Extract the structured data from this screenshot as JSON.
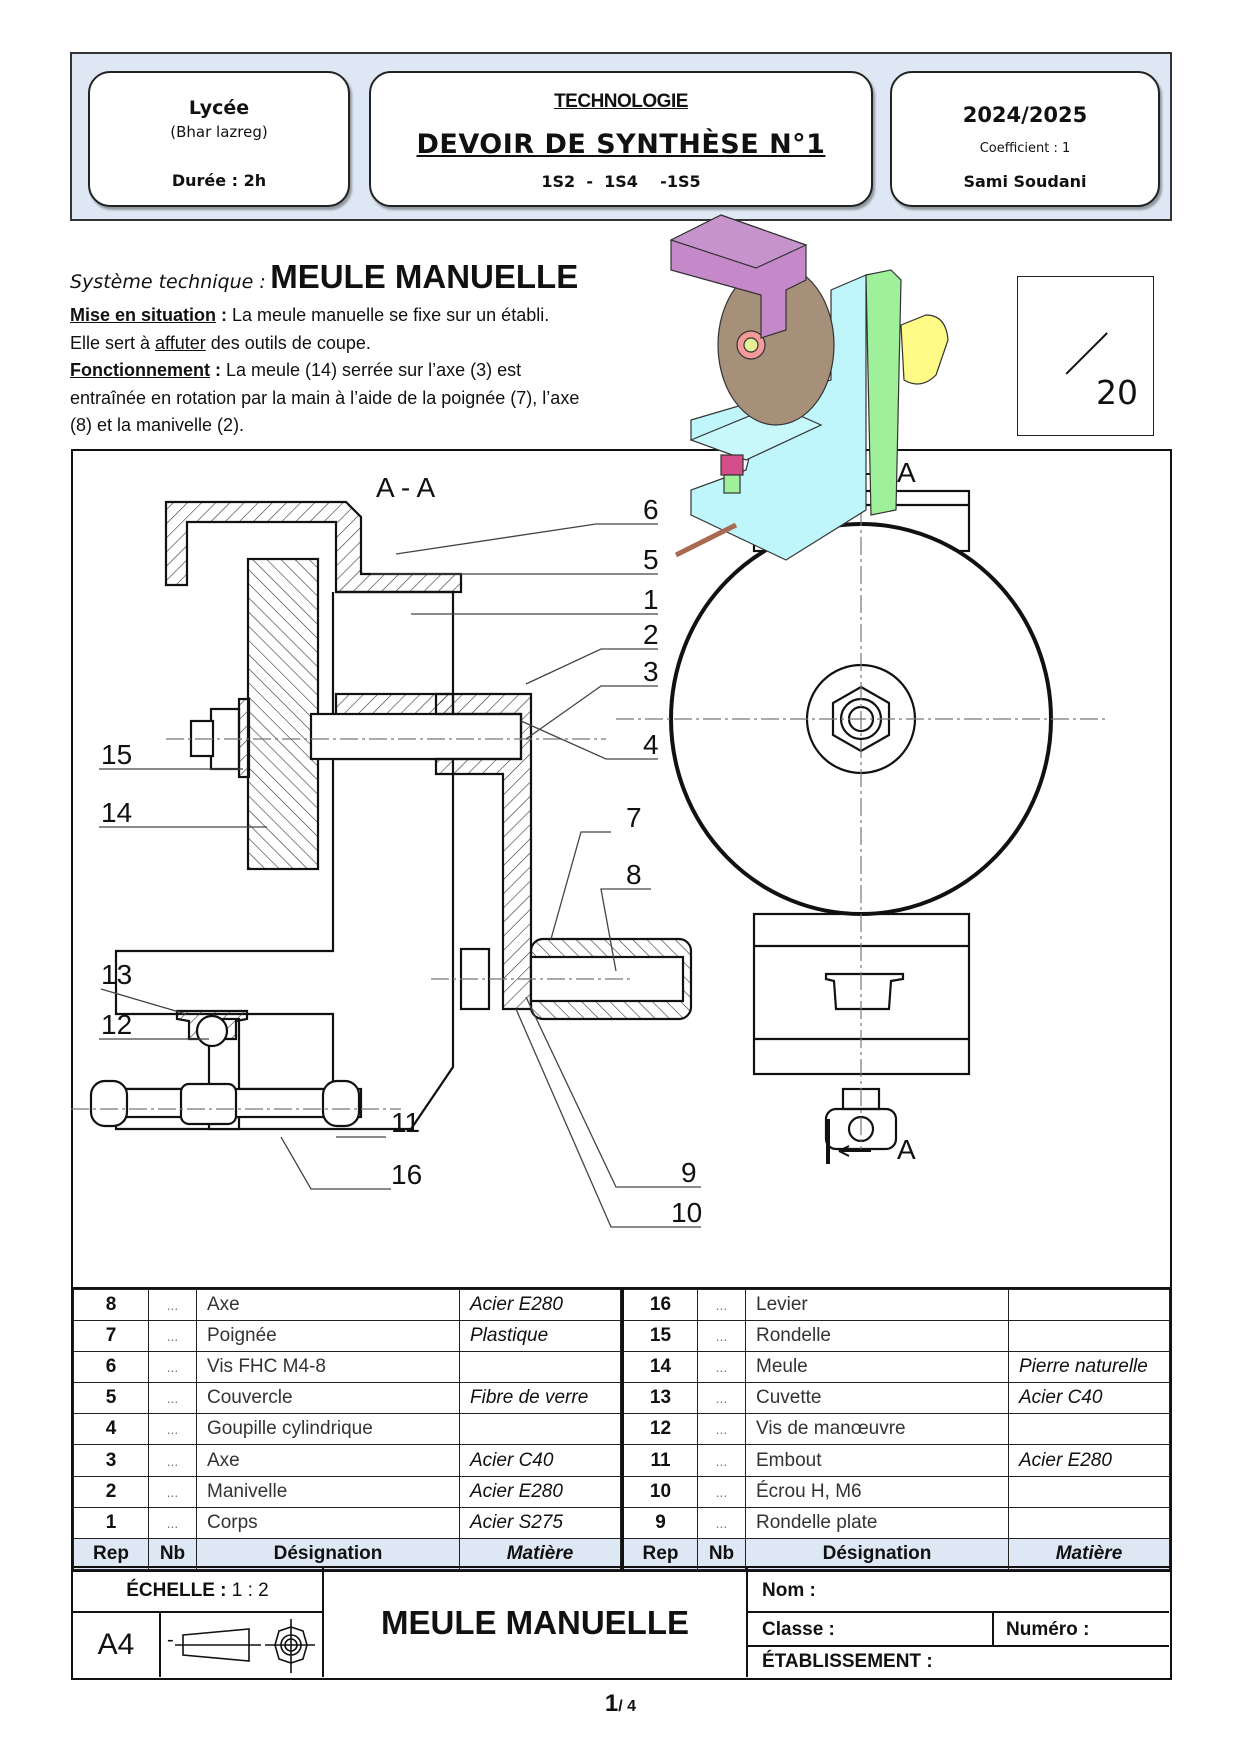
{
  "header": {
    "school_label": "Lycée",
    "school_name": "(Bhar lazreg)",
    "duration": "Durée : 2h",
    "subject": "TECHNOLOGIE",
    "exam_title": "DEVOIR DE SYNTHÈSE N°1",
    "classes": "1S2  -  1S4    -1S5",
    "school_year": "2024/2025",
    "coefficient": "Coefficient : 1",
    "teacher": "Sami Soudani"
  },
  "intro": {
    "system_label": "Système technique :",
    "system_name": "MEULE MANUELLE",
    "situation_heading": "Mise en situation",
    "situation_colon": " :",
    "situation_text_1": " La meule manuelle se fixe sur un établi.",
    "situation_text_2a": "Elle sert à ",
    "situation_text_2b": "affuter",
    "situation_text_2c": " des outils de coupe.",
    "operation_heading": "Fonctionnement",
    "operation_colon": " :",
    "operation_text": " La meule (14) serrée sur l’axe (3) est entraînée en rotation par la main à l’aide de la poignée (7), l’axe (8) et la manivelle (2)."
  },
  "score": {
    "total": "20"
  },
  "drawing": {
    "section_label": "A - A",
    "cut_plane_label": "A",
    "callouts": [
      "1",
      "2",
      "3",
      "4",
      "5",
      "6",
      "7",
      "8",
      "9",
      "10",
      "11",
      "12",
      "13",
      "14",
      "15",
      "16"
    ]
  },
  "nomenclature": {
    "headers": {
      "rep": "Rep",
      "nb": "Nb",
      "designation": "Désignation",
      "material": "Matière"
    },
    "left": [
      {
        "rep": "8",
        "nb": "...",
        "designation": "Axe",
        "material": "Acier E280"
      },
      {
        "rep": "7",
        "nb": "...",
        "designation": "Poignée",
        "material": "Plastique"
      },
      {
        "rep": "6",
        "nb": "...",
        "designation": "Vis FHC M4-8",
        "material": ""
      },
      {
        "rep": "5",
        "nb": "...",
        "designation": "Couvercle",
        "material": "Fibre de verre"
      },
      {
        "rep": "4",
        "nb": "...",
        "designation": "Goupille cylindrique",
        "material": ""
      },
      {
        "rep": "3",
        "nb": "...",
        "designation": "Axe",
        "material": "Acier C40"
      },
      {
        "rep": "2",
        "nb": "...",
        "designation": "Manivelle",
        "material": "Acier E280"
      },
      {
        "rep": "1",
        "nb": "...",
        "designation": "Corps",
        "material": "Acier S275"
      }
    ],
    "right": [
      {
        "rep": "16",
        "nb": "...",
        "designation": "Levier",
        "material": ""
      },
      {
        "rep": "15",
        "nb": "...",
        "designation": "Rondelle",
        "material": ""
      },
      {
        "rep": "14",
        "nb": "...",
        "designation": "Meule",
        "material": "Pierre naturelle"
      },
      {
        "rep": "13",
        "nb": "...",
        "designation": "Cuvette",
        "material": "Acier C40"
      },
      {
        "rep": "12",
        "nb": "...",
        "designation": "Vis de manœuvre",
        "material": ""
      },
      {
        "rep": "11",
        "nb": "...",
        "designation": "Embout",
        "material": "Acier E280"
      },
      {
        "rep": "10",
        "nb": "...",
        "designation": "Écrou H, M6",
        "material": ""
      },
      {
        "rep": "9",
        "nb": "...",
        "designation": "Rondelle plate",
        "material": ""
      }
    ]
  },
  "title_block": {
    "scale_label": "ÉCHELLE :",
    "scale_value": "1 : 2",
    "format": "A4",
    "projection_prefix": "-",
    "title": "MEULE MANUELLE",
    "name_label": "Nom :",
    "class_label": "Classe :",
    "number_label": "Numéro :",
    "school_label": "ÉTABLISSEMENT :"
  },
  "page": {
    "current": "1",
    "total": "/ 4"
  },
  "colors": {
    "header_band": "#dde8f4",
    "table_header": "#dde8f4",
    "frame": "#111111"
  }
}
